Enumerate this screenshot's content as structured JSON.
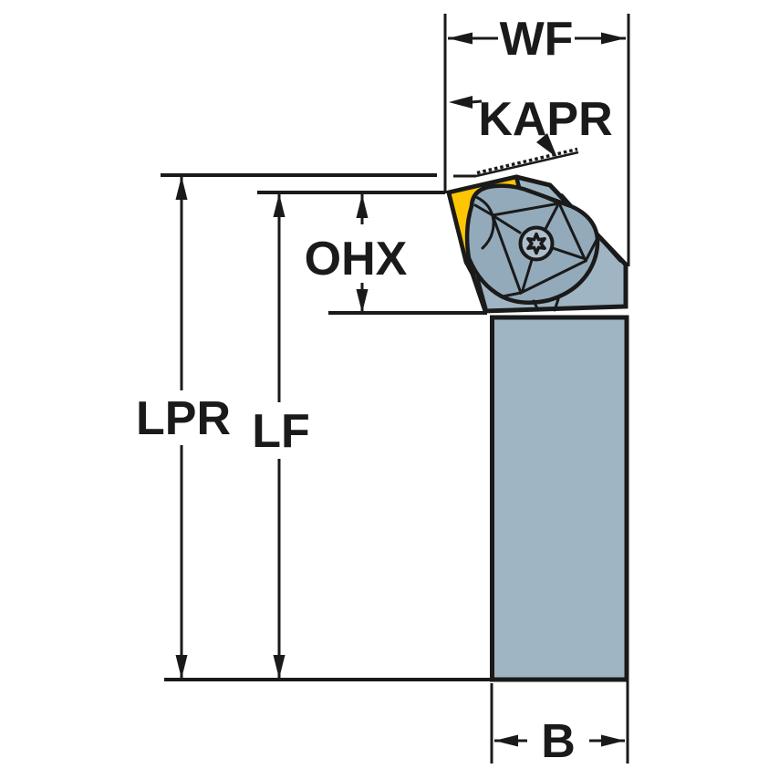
{
  "drawing": {
    "labels": {
      "wf": "WF",
      "kapr": "KAPR",
      "ohx": "OHX",
      "lpr": "LPR",
      "lf": "LF",
      "b": "B"
    },
    "colors": {
      "insert_yellow": "#fdc503",
      "body_gray": "#a0b5c3",
      "clamp_gray": "#93aaba",
      "screw_gray": "#aebfcc",
      "line_black": "#1a1a1a",
      "background": "#ffffff"
    }
  }
}
